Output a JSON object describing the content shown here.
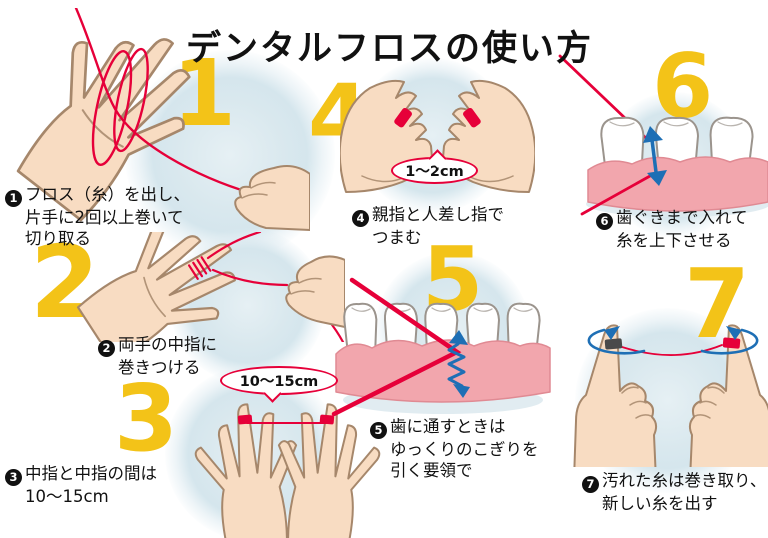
{
  "title": "デンタルフロスの使い方",
  "steps": [
    {
      "number": "1",
      "lines": [
        "フロス（糸）を出し、",
        "片手に2回以上巻いて",
        "切り取る"
      ]
    },
    {
      "number": "2",
      "lines": [
        "両手の中指に",
        "巻きつける"
      ]
    },
    {
      "number": "3",
      "lines": [
        "中指と中指の間は",
        "10〜15cm"
      ]
    },
    {
      "number": "4",
      "lines": [
        "親指と人差し指で",
        "つまむ"
      ]
    },
    {
      "number": "5",
      "lines": [
        "歯に通すときは",
        "ゆっくりのこぎりを",
        "引く要領で"
      ]
    },
    {
      "number": "6",
      "lines": [
        "歯ぐきまで入れて",
        "糸を上下させる"
      ]
    },
    {
      "number": "7",
      "lines": [
        "汚れた糸は巻き取り、",
        "新しい糸を出す"
      ]
    }
  ],
  "callouts": {
    "finger_gap": "10〜15cm",
    "pinch_gap": "1〜2cm"
  },
  "colors": {
    "accent_yellow": "#F3C318",
    "floss_red": "#E60039",
    "skin": "#F8DCC2",
    "skin_outline": "#A6876B",
    "gum_pink": "#F2A6AD",
    "gum_outline": "#E08A93",
    "tooth_outline": "#9B948D",
    "arrow_blue": "#1E6FB5",
    "wash_blue": "#D5E6ED",
    "dirty_floss_gray": "#4A4A4A",
    "ink": "#111111"
  },
  "icons": {
    "up_down_arrow": "↕",
    "rotate_arrow": "↻",
    "zigzag_arrow": "↯"
  }
}
